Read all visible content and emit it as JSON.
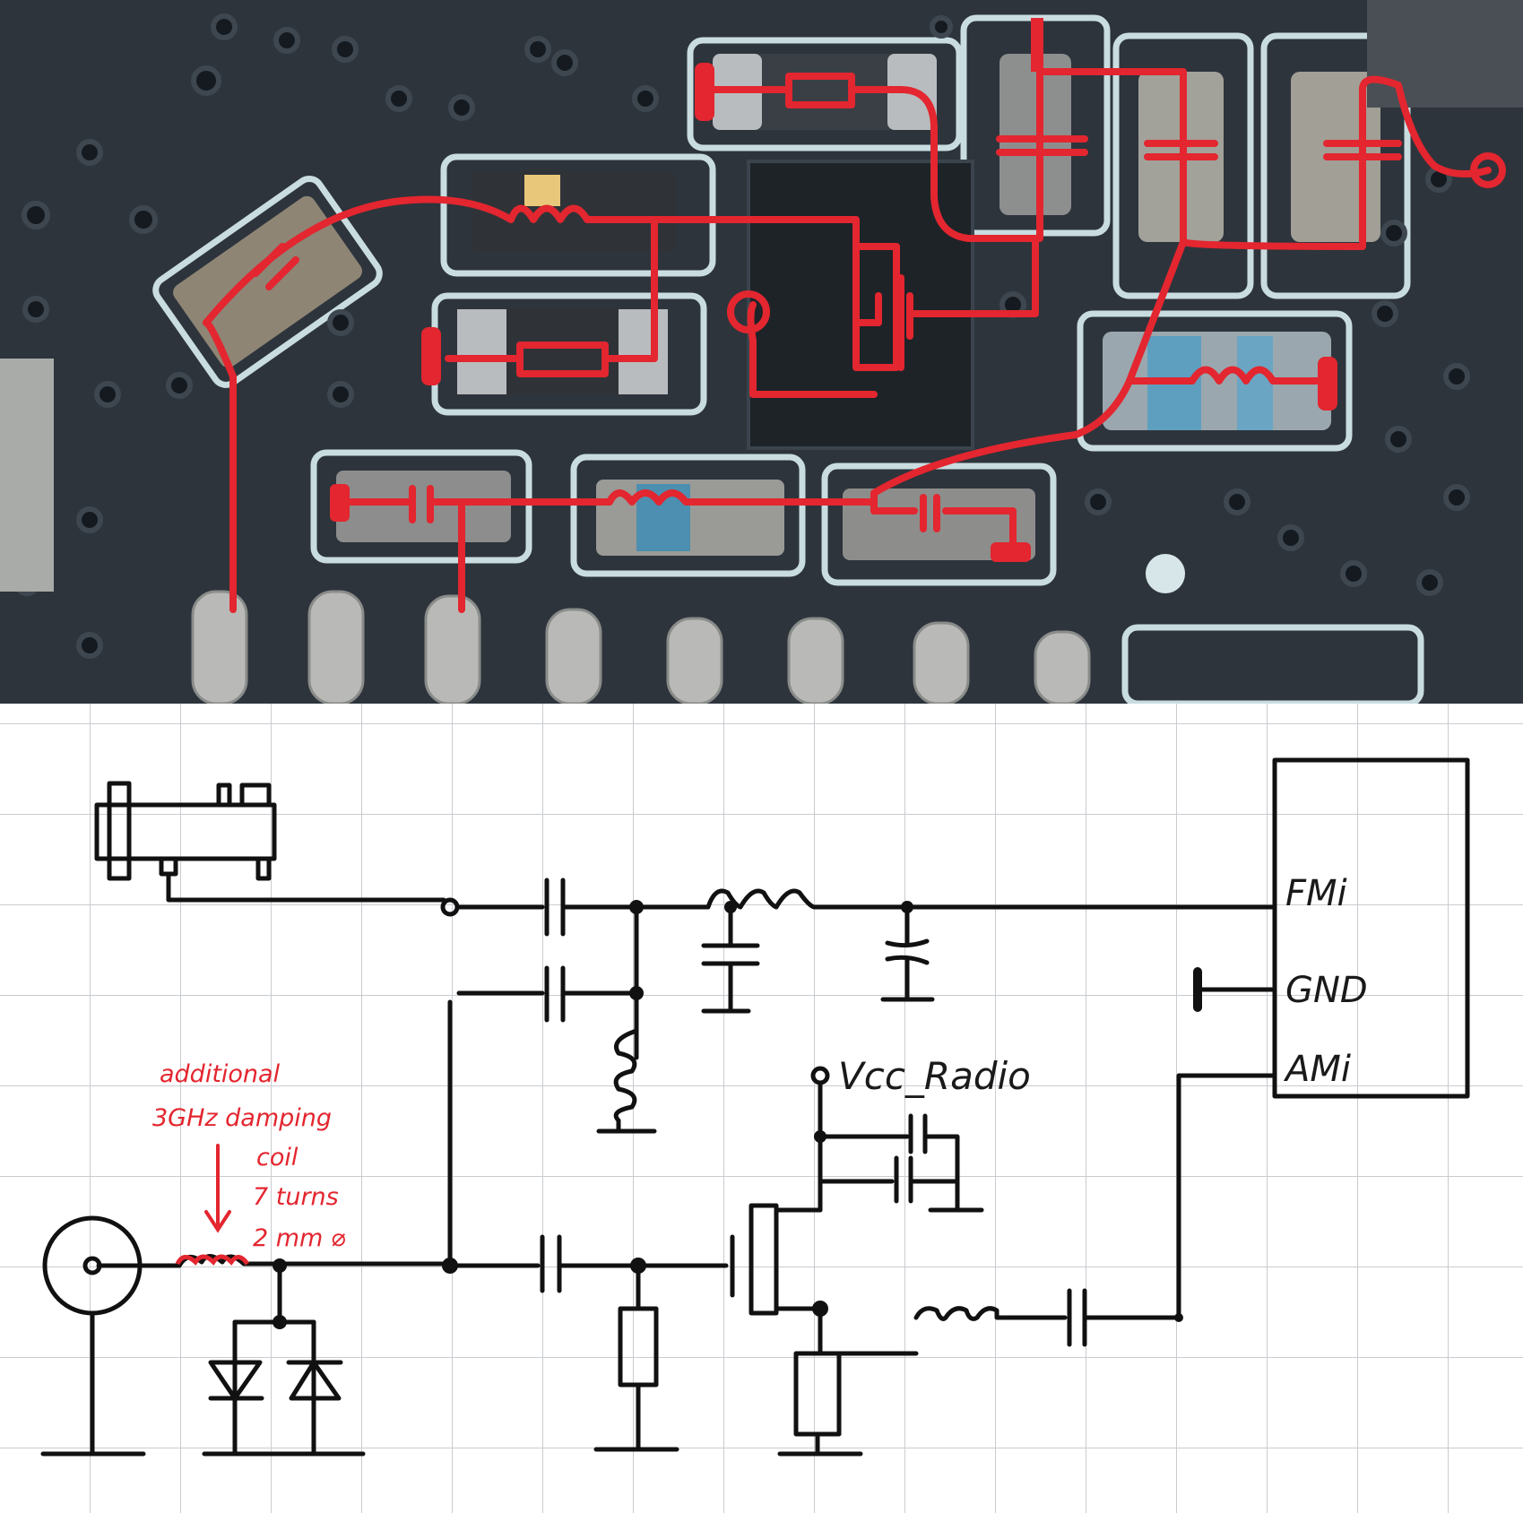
{
  "photo": {
    "trace_color": "#e3262f",
    "board_color": "#2d333b",
    "silkscreen_color": "#cfe3e6"
  },
  "schematic": {
    "ink_color": "#111111",
    "note_color": "#e3262f",
    "connector_pins": {
      "fm": "FMi",
      "gnd": "GND",
      "am": "AMi"
    },
    "supply_label": "Vcc_Radio",
    "note": {
      "line1": "additional",
      "line2": "3GHz damping",
      "line3": "coil",
      "line4": "7 turns",
      "line5": "2 mm ⌀"
    }
  }
}
